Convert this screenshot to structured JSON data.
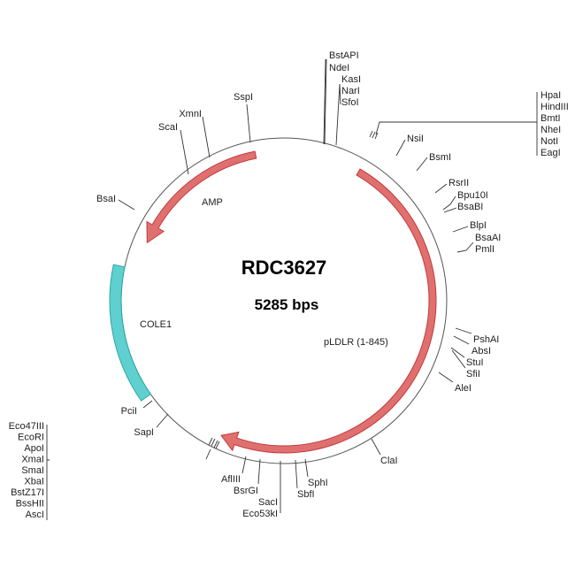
{
  "plasmid": {
    "name": "RDC3627",
    "size": "5285 bps"
  },
  "features": {
    "amp": {
      "label": "AMP",
      "color": "#e07070"
    },
    "cole1": {
      "label": "COLE1",
      "color": "#5fd0cf"
    },
    "pldlr": {
      "label": "pLDLR (1-845)",
      "color": "#e07070"
    }
  },
  "sites": {
    "bstapi": "BstAPI",
    "ndei": "NdeI",
    "kasi": "KasI",
    "nari": "NarI",
    "sfoi": "SfoI",
    "mcs_right": [
      "HpaI",
      "HindIII",
      "BmtI",
      "NheI",
      "NotI",
      "EagI"
    ],
    "nsii": "NsiI",
    "bsmi": "BsmI",
    "rsrii": "RsrII",
    "bpu10i": "Bpu10I",
    "bsabi": "BsaBI",
    "blpi": "BlpI",
    "bsaai": "BsaAI",
    "pmli": "PmlI",
    "pshai": "PshAI",
    "absi": "AbsI",
    "stui": "StuI",
    "sfii": "SfiI",
    "alei": "AleI",
    "clai": "ClaI",
    "sphi": "SphI",
    "sbfi": "SbfI",
    "saci": "SacI",
    "eco53ki": "Eco53kI",
    "bsrgi": "BsrGI",
    "aflIII": "AflIII",
    "mcs_left": [
      "Eco47III",
      "EcoRI",
      "ApoI",
      "XmaI",
      "SmaI",
      "XbaI",
      "BstZ17I",
      "BssHII",
      "AscI"
    ],
    "sapi": "SapI",
    "pcii": "PciI",
    "bsai": "BsaI",
    "scai": "ScaI",
    "xmni": "XmnI",
    "sspi": "SspI"
  }
}
